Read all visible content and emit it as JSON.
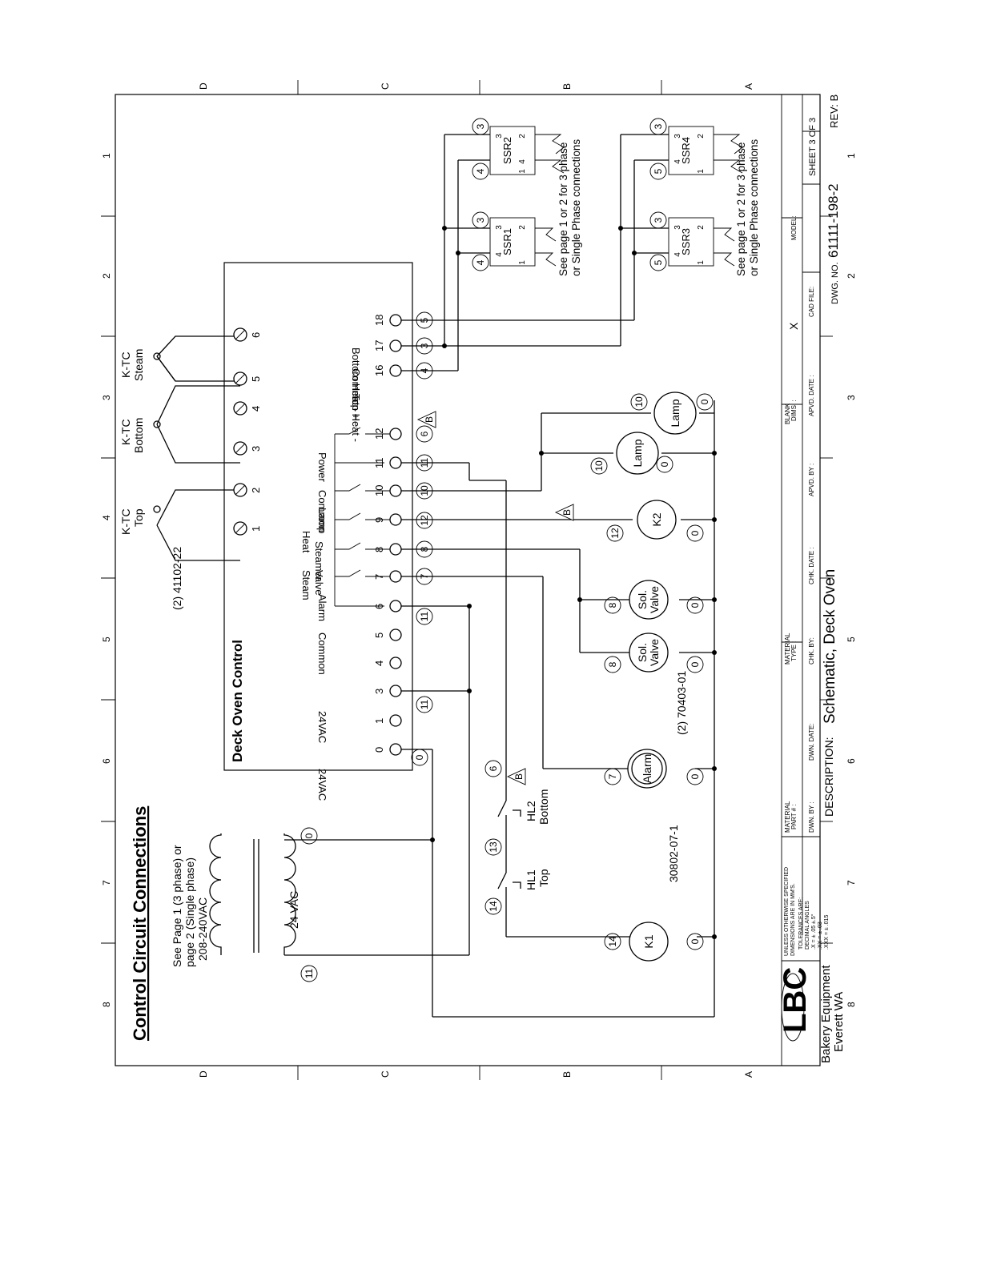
{
  "zones": {
    "rows": [
      "D",
      "C",
      "B",
      "A"
    ],
    "cols": [
      "1",
      "2",
      "3",
      "4",
      "5",
      "6",
      "7",
      "8"
    ]
  },
  "title": "Control Circuit Connections",
  "source_note": [
    "See Page 1 (3 phase) or",
    "page 2 (Single phase)",
    "208-240VAC"
  ],
  "transformer_label": "24 VAC",
  "controller": {
    "title": "Deck Oven Control",
    "terminals": [
      "0",
      "1",
      "3",
      "4",
      "5",
      "6",
      "7",
      "8",
      "9",
      "10",
      "11",
      "12",
      "16",
      "17",
      "18"
    ],
    "tc_terminals": [
      "1",
      "2",
      "3",
      "4",
      "5",
      "6"
    ],
    "labels": {
      "t0": "24VAC",
      "t3": "24VAC",
      "t6": "Common",
      "t7": "Alarm",
      "t8": [
        "Steam",
        "Valve"
      ],
      "t9": [
        "Steamer",
        "Heat"
      ],
      "t10": "Lamp",
      "t11": "Common",
      "t12": "Power",
      "t16": "Top Heat -",
      "t17": "Common +",
      "t18": "Bottom Heat -"
    }
  },
  "thermocouples": [
    {
      "label": [
        "K-TC",
        "Top"
      ]
    },
    {
      "label": [
        "K-TC",
        "Bottom"
      ]
    },
    {
      "label": [
        "K-TC",
        "Steam"
      ]
    }
  ],
  "part_numbers": {
    "thermocouple": "(2) 41102-22",
    "solenoid": "(2) 70403-01",
    "alarm": "30802-07-1"
  },
  "wire_numbers": {
    "w0": "0",
    "w11": "11",
    "w3": "3",
    "w4": "4",
    "w5": "5",
    "w6": "6",
    "w7": "7",
    "w8": "8",
    "w10": "10",
    "w12": "12",
    "w13": "13",
    "w14": "14"
  },
  "devices": {
    "k1": "K1",
    "k2": "K2",
    "alarm": "Alarm",
    "sol_valve": [
      "Sol.",
      "Valve"
    ],
    "lamp": "Lamp",
    "hl1": [
      "HL1",
      "Top"
    ],
    "hl2": [
      "HL2",
      "Bottom"
    ],
    "ssr1": "SSR1",
    "ssr2": "SSR2",
    "ssr3": "SSR3",
    "ssr4": "SSR4",
    "ssr_pins": [
      "4",
      "3",
      "1",
      "2"
    ],
    "ssr_note": [
      "See page 1 or 2 for 3 phase",
      "or Single Phase connections"
    ]
  },
  "revision_marker": "B",
  "title_block": {
    "company": "LBC",
    "company_name": [
      "Bakery Equipment",
      "Everett WA"
    ],
    "tolerance_note": [
      "UNLESS OTHERWISE SPECIFIED",
      "DIMENSIONS ARE IN MM'S.",
      "TOLERANCES ARE:",
      "DECIMAL    ANGLES",
      ".X = ± .05     ±.5°",
      ".XX = ± .03",
      ".XXX = ± .015"
    ],
    "material_part": [
      "MATERIAL",
      "PART # :"
    ],
    "material_type": [
      "MATERIAL",
      "TYPE :"
    ],
    "blank_dims": [
      "BLANK",
      "DIMS. :"
    ],
    "blank_value": "X",
    "model": "MODEL:",
    "dwn_by": "DWN. BY :",
    "dwn_date": "DWN. DATE:",
    "chk_by": "CHK. BY:",
    "chk_date": "CHK. DATE :",
    "apvd_by": "APVD. BY :",
    "apvd_date": "APVD. DATE :",
    "cad_file": "CAD FILE:",
    "description_label": "DESCRIPTION:",
    "description": "Schematic, Deck Oven",
    "dwg_label": "DWG.  NO.",
    "dwg_no": "61111-198-2",
    "sheet": "SHEET 3  OF 3",
    "rev": "REV:  B"
  }
}
